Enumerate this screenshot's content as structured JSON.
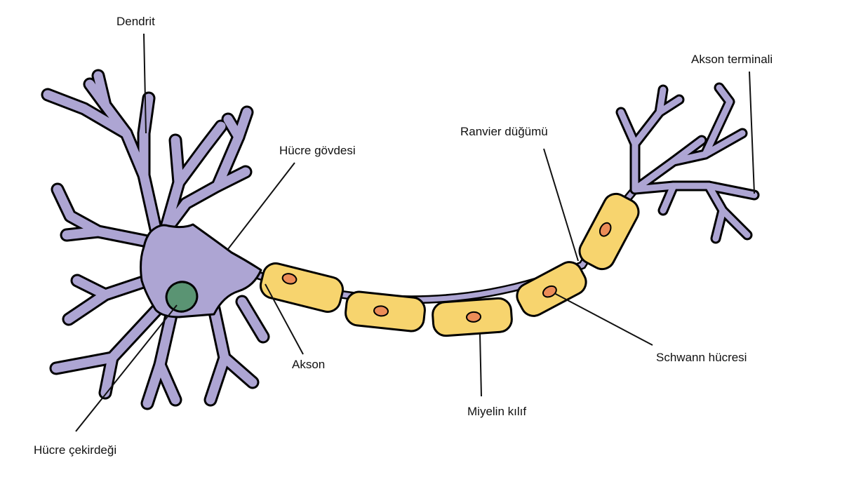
{
  "diagram": {
    "colors": {
      "neuron": "#ada5d3",
      "nucleus": "#5a9473",
      "myelin": "#f7d46e",
      "schwann_nucleus": "#ec8c57",
      "outline": "#000000"
    },
    "labels": {
      "dendrite": "Dendrit",
      "cell_body": "Hücre gövdesi",
      "nucleus": "Hücre çekirdeği",
      "axon": "Akson",
      "myelin_sheath": "Miyelin kılıf",
      "node_of_ranvier": "Ranvier düğümü",
      "schwann_cell": "Schwann hücresi",
      "axon_terminal": "Akson terminali"
    }
  }
}
